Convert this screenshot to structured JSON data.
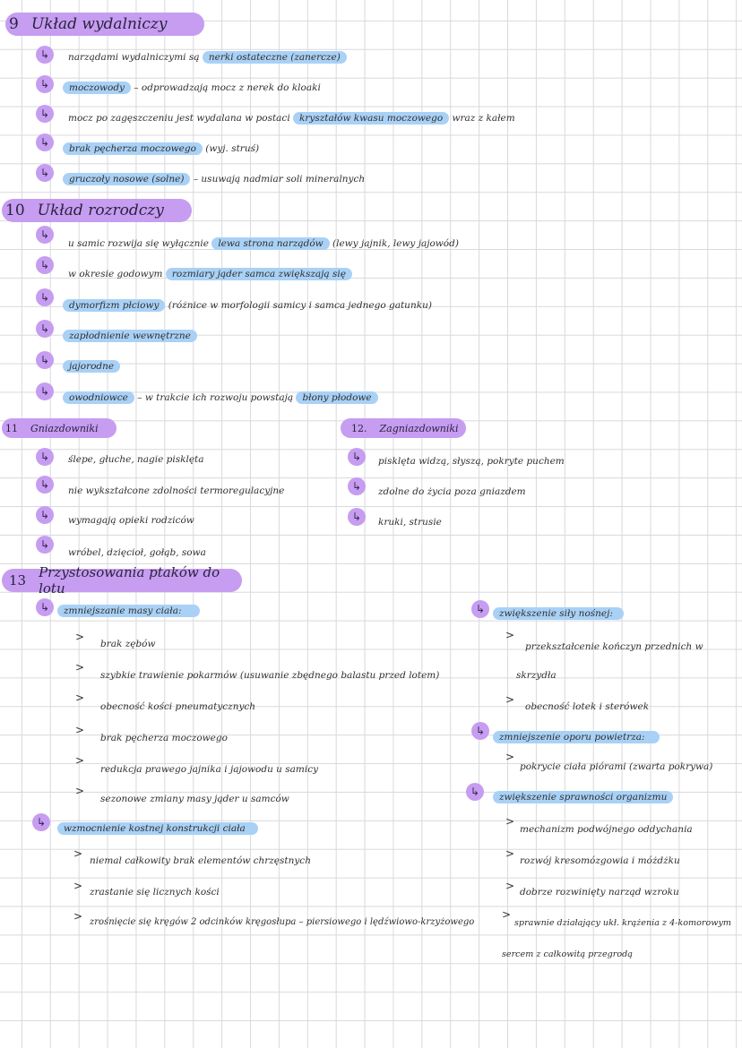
{
  "s9": {
    "num": "9",
    "title": "Układ wydalniczy",
    "l1a": "narządami wydalniczymi są",
    "l1b": "nerki ostateczne (zanercze)",
    "l2a": "moczowody",
    "l2b": "– odprowadzają mocz z nerek do kloaki",
    "l3a": "mocz po zagęszczeniu jest wydalana w postaci",
    "l3b": "kryształów kwasu moczowego",
    "l3c": "wraz z kałem",
    "l4a": "brak pęcherza moczowego",
    "l4b": "(wyj. struś)",
    "l5a": "gruczoły nosowe (solne)",
    "l5b": "– usuwają nadmiar soli mineralnych"
  },
  "s10": {
    "num": "10",
    "title": "Układ rozrodczy",
    "l1a": "u samic rozwija się wyłącznie",
    "l1b": "lewa strona narządów",
    "l1c": "(lewy jajnik, lewy jajowód)",
    "l2a": "w okresie godowym",
    "l2b": "rozmiary jąder samca zwiększają się",
    "l3a": "dymorfizm płciowy",
    "l3b": "(różnice w morfologii samicy i samca jednego gatunku)",
    "l4": "zapłodnienie wewnętrzne",
    "l5": "jajorodne",
    "l6a": "owodniowce",
    "l6b": "– w trakcie ich rozwoju powstają",
    "l6c": "błony płodowe"
  },
  "s11": {
    "num": "11",
    "title": "Gniazdowniki",
    "items": [
      "ślepe, głuche, nagie pisklęta",
      "nie wykształcone zdolności termoregulacyjne",
      "wymagają opieki rodziców",
      "wróbel, dzięcioł, gołąb, sowa"
    ]
  },
  "s12": {
    "num": "12.",
    "title": "Zagniazdowniki",
    "items": [
      "pisklęta widzą, słyszą, pokryte puchem",
      "zdolne do życia poza gniazdem",
      "kruki, strusie"
    ]
  },
  "s13": {
    "num": "13",
    "title": "Przystosowania ptaków do lotu",
    "a_title": "zmniejszanie masy ciała:",
    "a_items": [
      "brak zębów",
      "szybkie trawienie pokarmów (usuwanie zbędnego balastu przed lotem)",
      "obecność kości pneumatycznych",
      "brak pęcherza moczowego",
      "redukcja prawego jajnika i jajowodu u samicy",
      "sezonowe zmiany masy jąder u samców"
    ],
    "b_title": "wzmocnienie kostnej konstrukcji ciała",
    "b_items": [
      "niemal całkowity brak elementów chrzęstnych",
      "zrastanie się licznych kości",
      "zrośnięcie się kręgów 2 odcinków kręgosłupa – piersiowego i lędźwiowo-krzyżowego"
    ],
    "c_title": "zwiększenie siły nośnej:",
    "c_item1a": "przekształcenie kończyn przednich w",
    "c_item1b": "skrzydła",
    "c_item2": "obecność lotek i sterówek",
    "d_title": "zmniejszenie oporu powietrza:",
    "d_item1": "pokrycie ciała piórami (zwarta pokrywa)",
    "e_title": "zwiększenie sprawności organizmu",
    "e_items": [
      "mechanizm podwójnego oddychania",
      "rozwój kresomózgowia i móżdżku",
      "dobrze rozwinięty narząd wzroku",
      "sprawnie działający ukł. krążenia z 4-komorowym"
    ],
    "e_item4b": "sercem z całkowitą przegrodą"
  },
  "glyph": {
    "arrow": "↳",
    "gt": ">"
  },
  "colors": {
    "purple": "#c69df0",
    "blue": "#a9d1f6"
  }
}
